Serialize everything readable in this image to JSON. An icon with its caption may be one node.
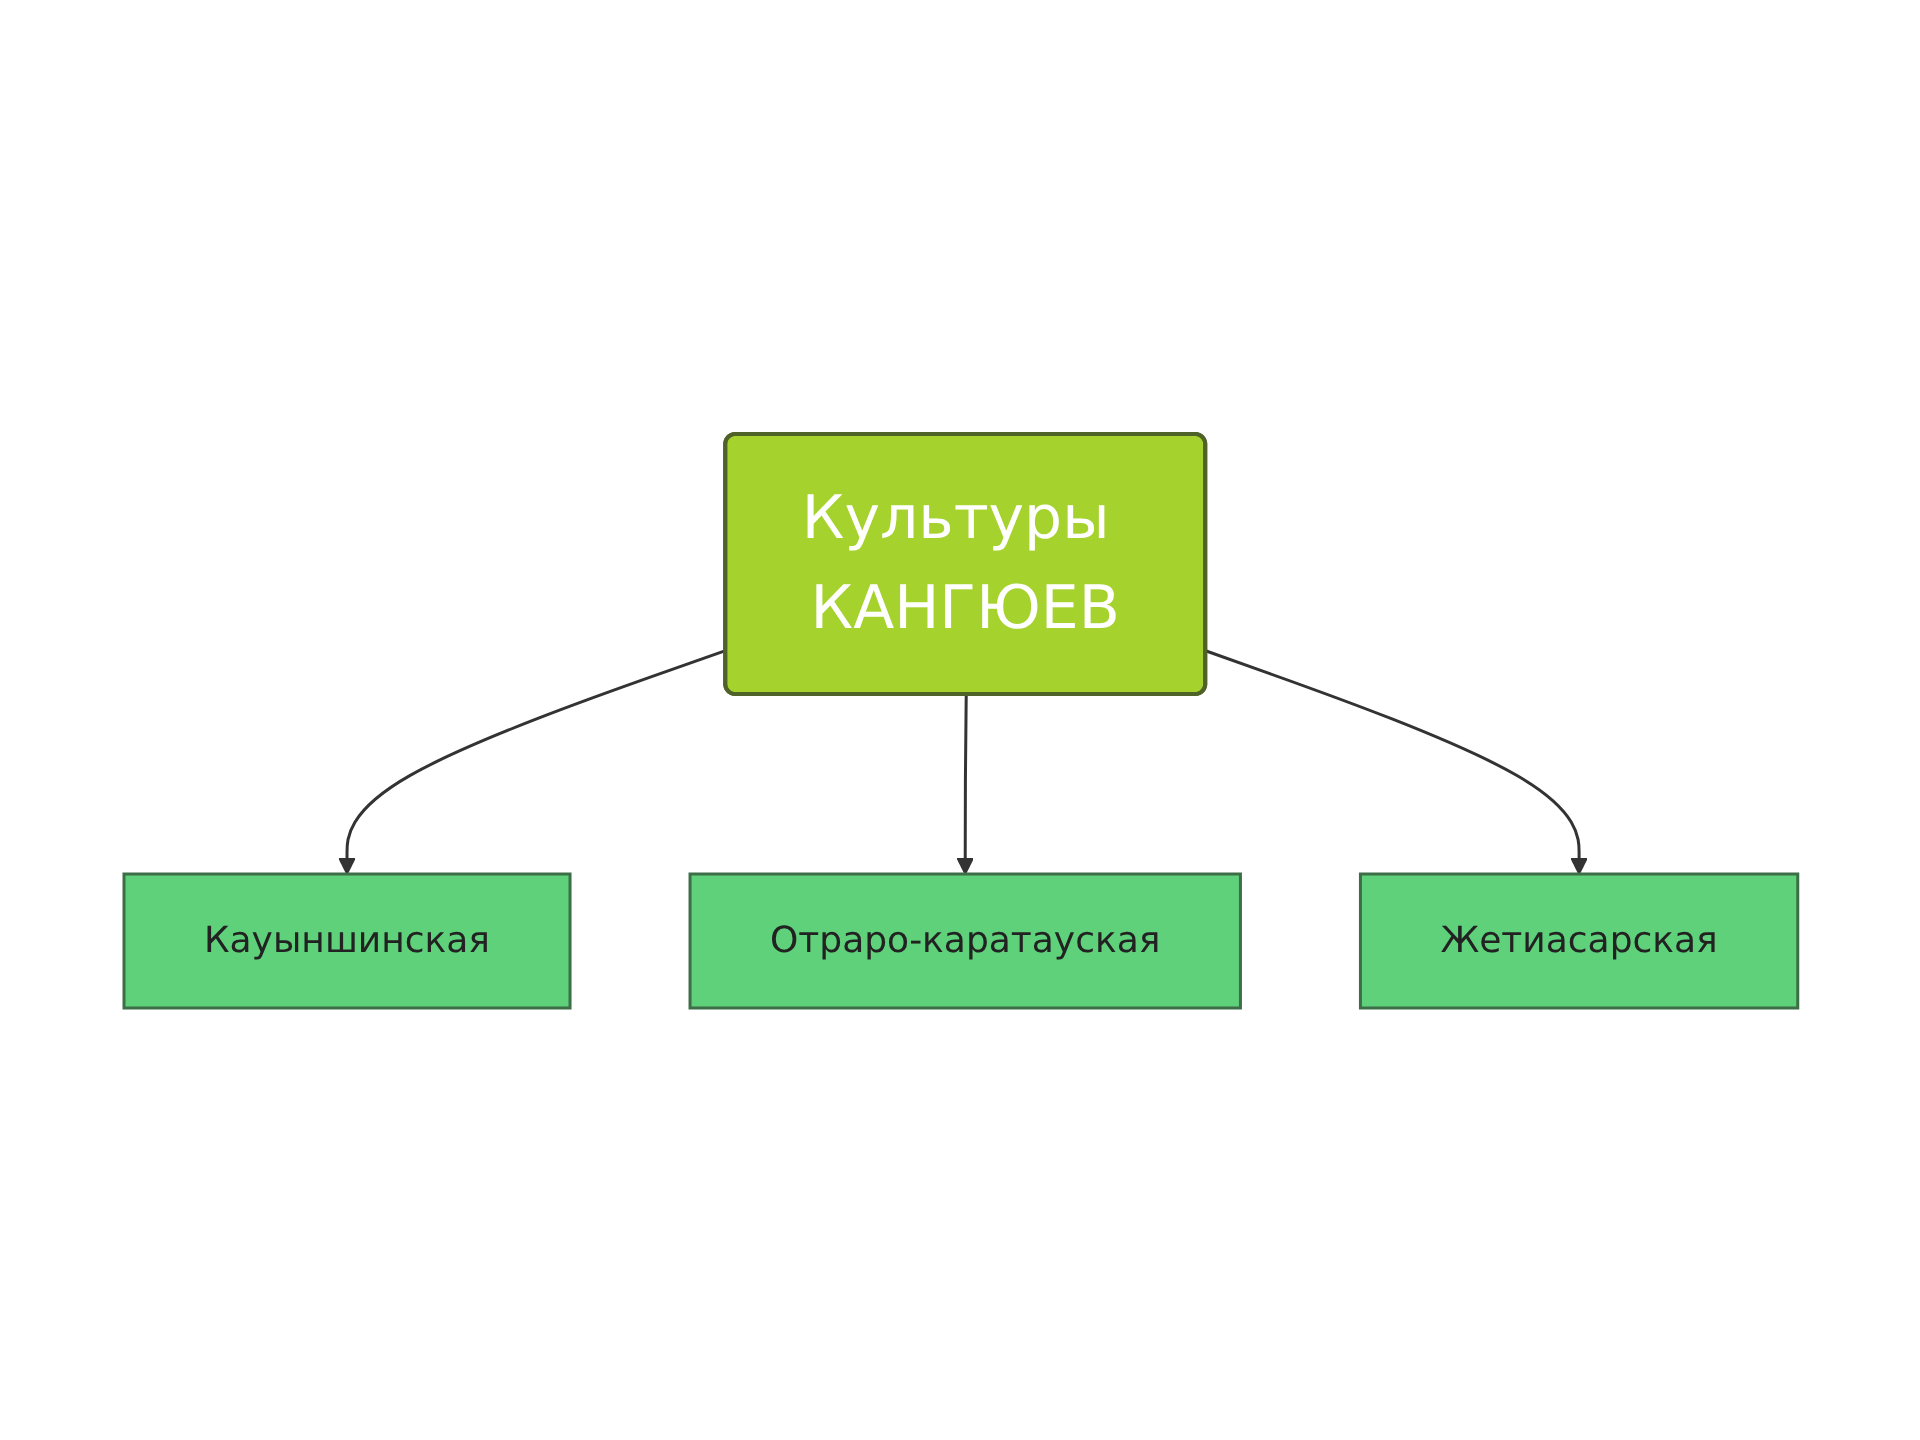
{
  "diagram": {
    "nodes": [
      {
        "text": [
          "Культуры КАНГЮЕВ"
        ]
      },
      {
        "text": [
          "Кауыншинская"
        ]
      },
      {
        "text": [
          "Жетиасарская"
        ]
      },
      {
        "text": [
          "Отраро-каратауская"
        ]
      }
    ],
    "edges": [
      {
        "from": 0,
        "to": 1,
        "arrow": "to"
      },
      {
        "from": 0,
        "to": 3,
        "arrow": "to"
      },
      {
        "from": 0,
        "to": 2,
        "arrow": "to"
      }
    ]
  }
}
